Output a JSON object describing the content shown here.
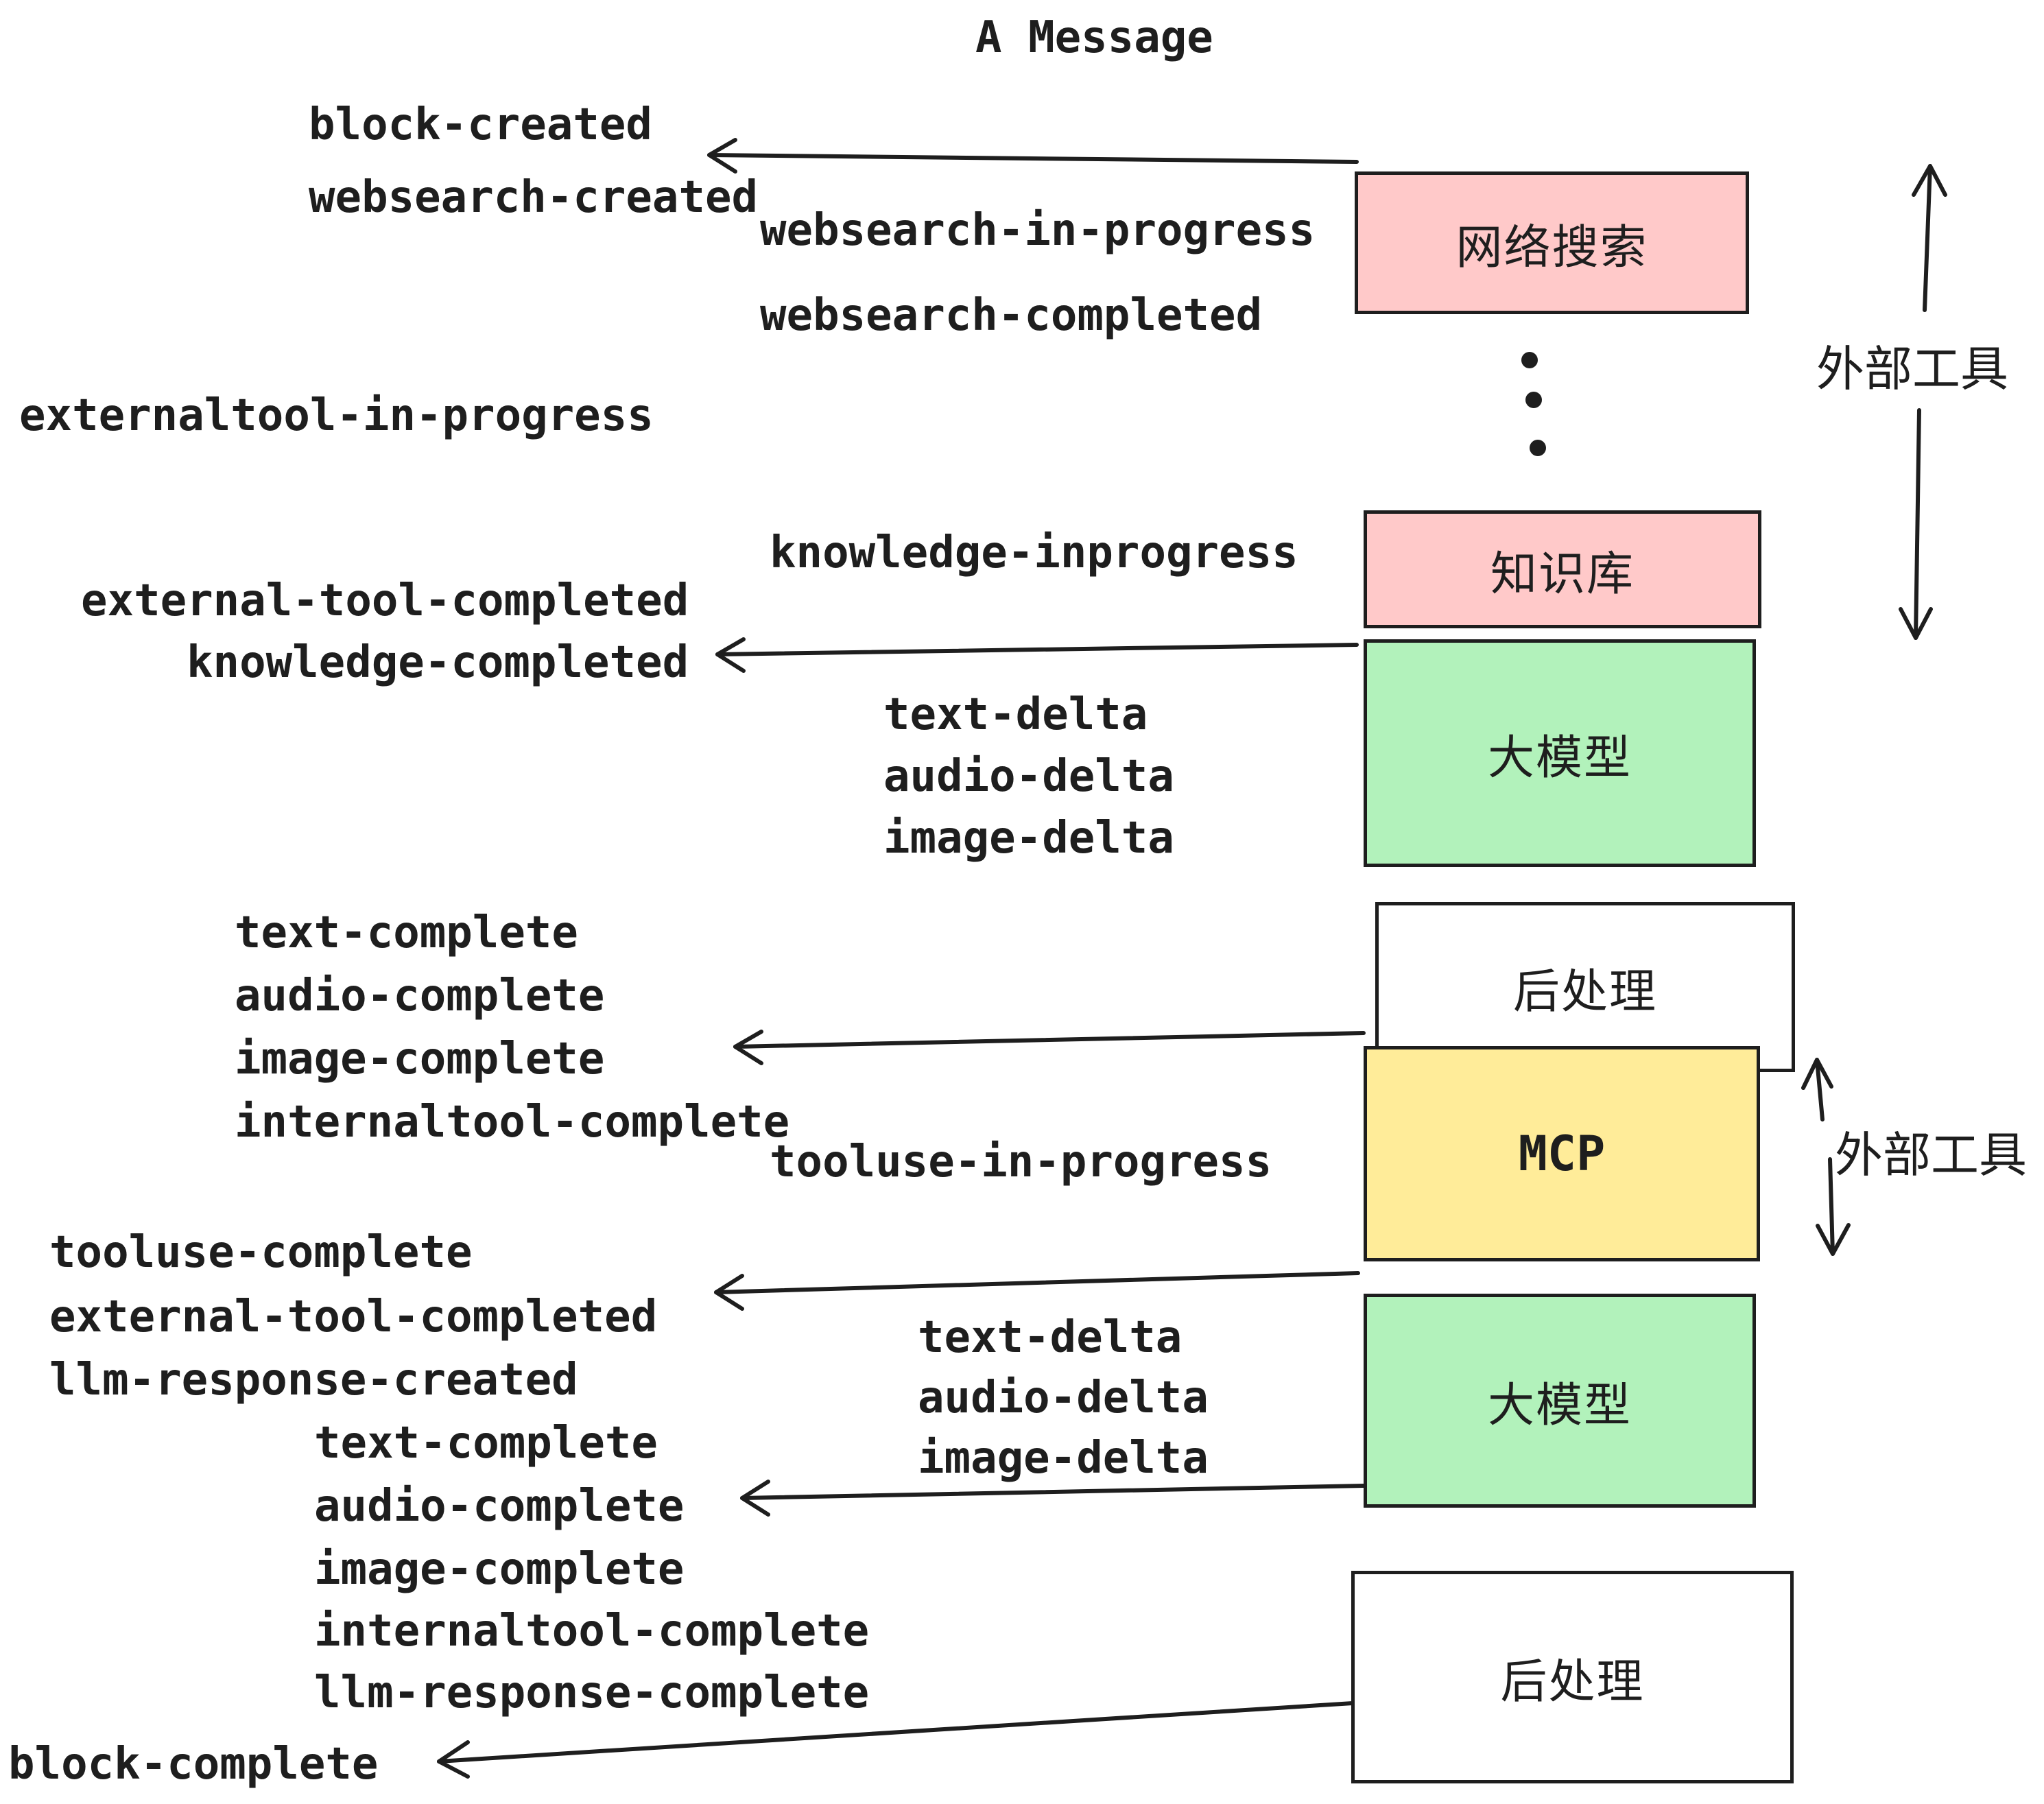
{
  "title": "A Message",
  "colors": {
    "pink": "#ffc9c9",
    "green": "#b2f2bb",
    "yellow": "#ffec99",
    "white": "#ffffff",
    "stroke": "#1e1e1e",
    "background": "#ffffff"
  },
  "boxes": [
    {
      "id": "websearch",
      "label": "网络搜索",
      "color": "#ffc9c9"
    },
    {
      "id": "knowledge",
      "label": "知识库",
      "color": "#ffc9c9"
    },
    {
      "id": "llm1",
      "label": "大模型",
      "color": "#b2f2bb"
    },
    {
      "id": "post1",
      "label": "后处理",
      "color": "#ffffff"
    },
    {
      "id": "mcp",
      "label": "MCP",
      "color": "#ffec99"
    },
    {
      "id": "llm2",
      "label": "大模型",
      "color": "#b2f2bb"
    },
    {
      "id": "post2",
      "label": "后处理",
      "color": "#ffffff"
    }
  ],
  "side_labels": {
    "external_tools_top": "外部工具",
    "external_tools_mcp": "外部工具"
  },
  "events": {
    "block_created": "block-created",
    "websearch_created": "websearch-created",
    "websearch_in_progress": "websearch-in-progress",
    "websearch_completed": "websearch-completed",
    "externaltool_in_progress": "externaltool-in-progress",
    "knowledge_inprogress": "knowledge-inprogress",
    "external_tool_completed": "external-tool-completed",
    "knowledge_completed": "knowledge-completed",
    "text_delta": "text-delta",
    "audio_delta": "audio-delta",
    "image_delta": "image-delta",
    "text_complete": "text-complete",
    "audio_complete": "audio-complete",
    "image_complete": "image-complete",
    "internaltool_complete": "internaltool-complete",
    "tooluse_in_progress": "tooluse-in-progress",
    "tooluse_complete": "tooluse-complete",
    "external_tool_completed_2": "external-tool-completed",
    "llm_response_created": "llm-response-created",
    "text_complete_2": "text-complete",
    "text_delta_2": "text-delta",
    "audio_delta_2": "audio-delta",
    "image_delta_2": "image-delta",
    "audio_complete_2": "audio-complete",
    "image_complete_2": "image-complete",
    "internaltool_complete_2": "internaltool-complete",
    "llm_response_complete": "llm-response-complete",
    "block_complete": "block-complete"
  }
}
